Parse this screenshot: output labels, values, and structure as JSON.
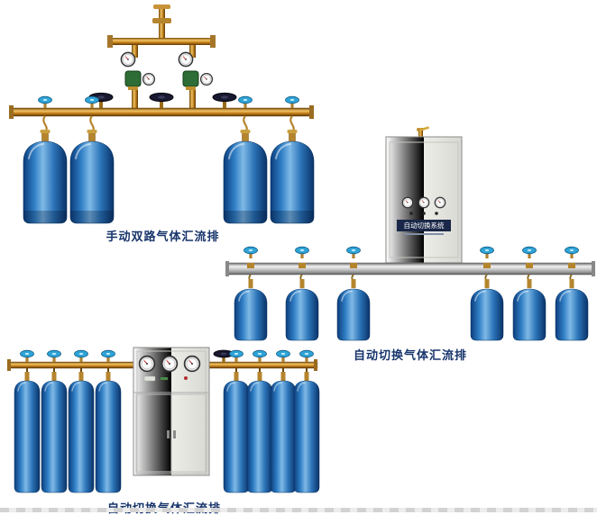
{
  "page": {
    "background": "#ffffff",
    "caption_color": "#17346b"
  },
  "palette": {
    "cylinder_blue": "#2f7ec5",
    "brass": "#d89a30",
    "rail_silver": "#c0c0c0",
    "cabinet_white": "#efefea",
    "valve_teal": "#2fa3d6",
    "handwheel_dark": "#181830"
  },
  "products": [
    {
      "caption": "手动双路气体汇流排"
    },
    {
      "caption": "自动切换气体汇流排",
      "cabinet_label": "自动切换系统"
    },
    {
      "caption": "自动切换气体汇流排"
    }
  ]
}
